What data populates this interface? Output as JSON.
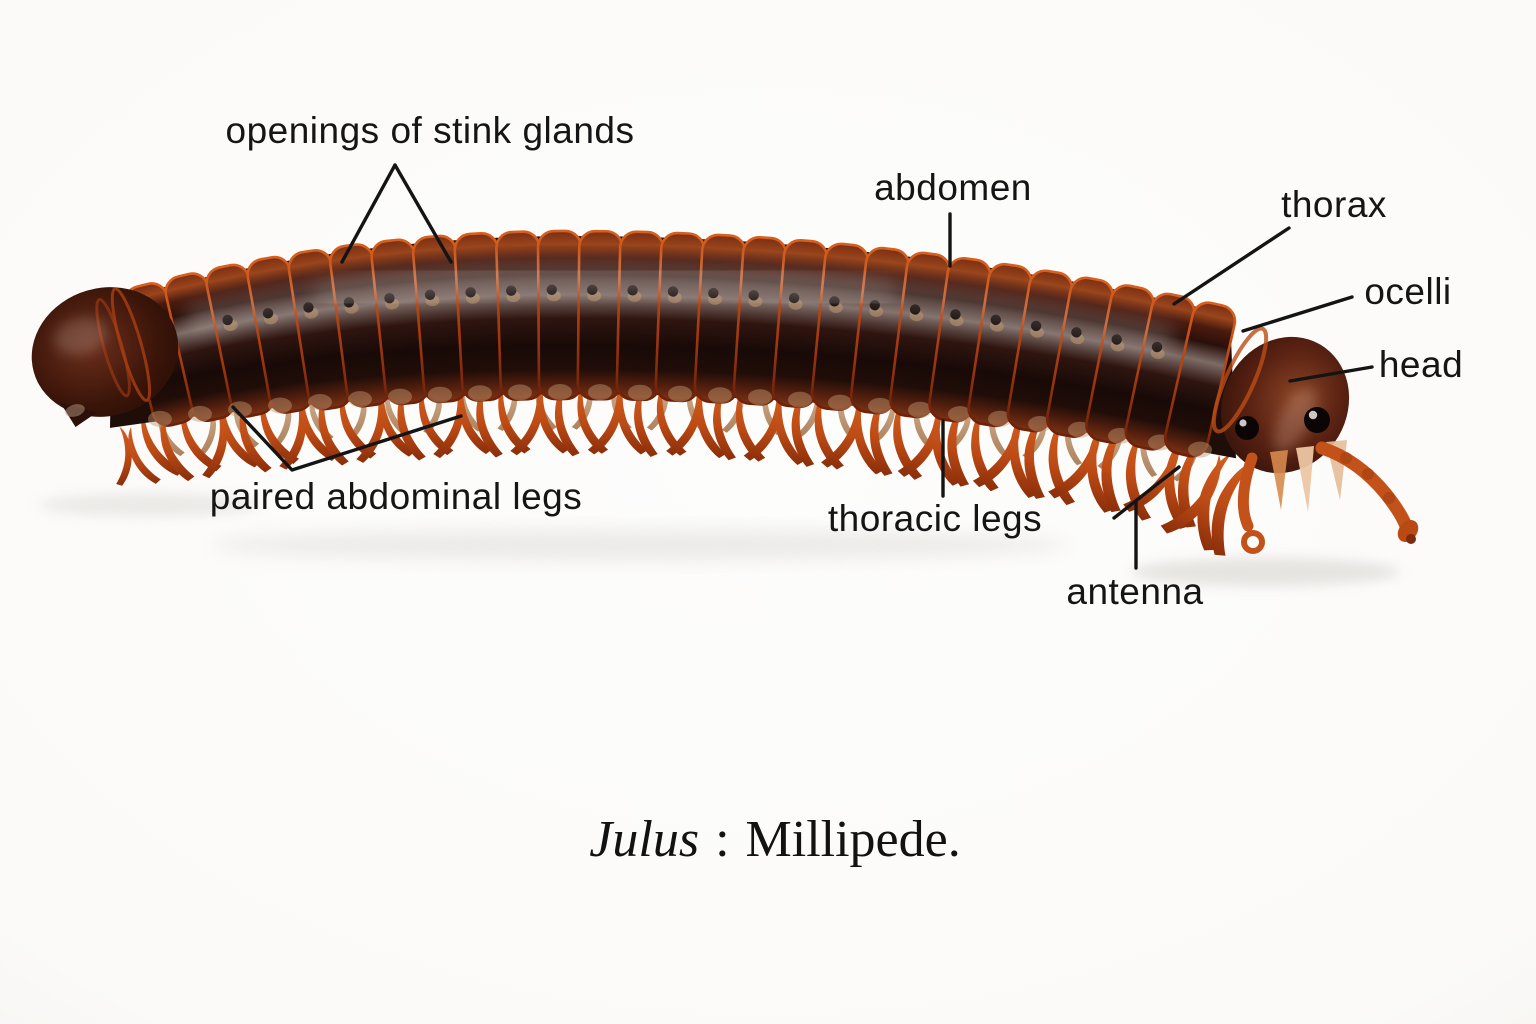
{
  "labels": {
    "stink_glands": "openings of stink glands",
    "abdomen": "abdomen",
    "thorax": "thorax",
    "ocelli": "ocelli",
    "head": "head",
    "abdominal_legs": "paired abdominal legs",
    "thoracic_legs": "thoracic legs",
    "antenna": "antenna"
  },
  "caption": {
    "genus": "Julus",
    "separator": ":",
    "name": "Millipede."
  },
  "colors": {
    "background": "#fbfbfa",
    "body_dark": "#200d08",
    "segment_rim_orange": "#b94414",
    "legs_orange": "#c6551b",
    "far_legs_tan": "#c9a081",
    "leader_line": "#141414",
    "label_text": "#151515"
  }
}
